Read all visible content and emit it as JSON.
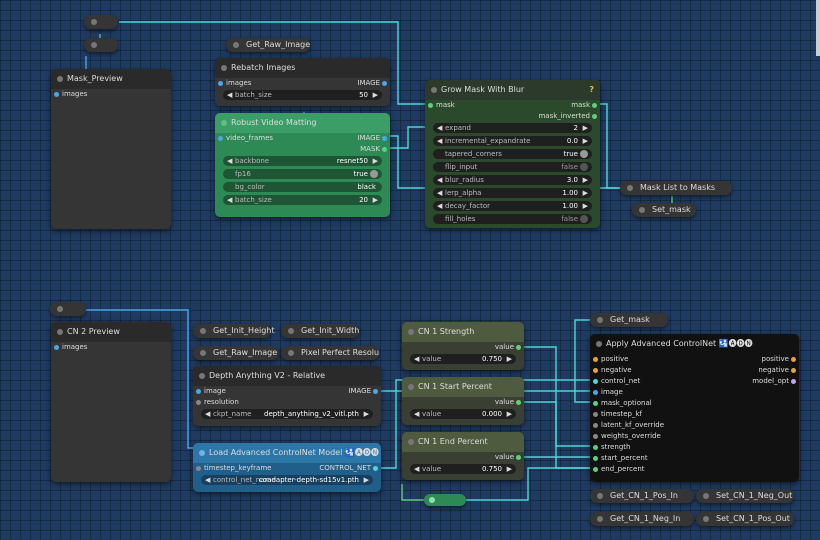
{
  "colors": {
    "canvas": "#1f3b61",
    "wire_cyan": "#4fd6d6",
    "wire_blue": "#4aa8e8",
    "wire_green": "#5fd07a"
  },
  "nodes": {
    "mask_preview": {
      "title": "Mask_Preview",
      "input": "images"
    },
    "get_raw_image_top": {
      "title": "Get_Raw_Image"
    },
    "rebatch": {
      "title": "Rebatch Images",
      "input": "images",
      "output": "IMAGE",
      "w_name": "batch_size",
      "w_value": "50"
    },
    "rvm": {
      "title": "Robust Video Matting",
      "input": "video_frames",
      "out1": "IMAGE",
      "out2": "MASK",
      "widgets": [
        {
          "name": "backbone",
          "value": "resnet50"
        },
        {
          "name": "fp16",
          "value": "true"
        },
        {
          "name": "bg_color",
          "value": "black"
        },
        {
          "name": "batch_size",
          "value": "20"
        }
      ]
    },
    "grow_mask": {
      "title": "Grow Mask With Blur",
      "help": "?",
      "input": "mask",
      "out1": "mask",
      "out2": "mask_inverted",
      "widgets": [
        {
          "name": "expand",
          "value": "2"
        },
        {
          "name": "incremental_expandrate",
          "value": "0.0"
        },
        {
          "name": "tapered_corners",
          "value": "true"
        },
        {
          "name": "flip_input",
          "value": "false"
        },
        {
          "name": "blur_radius",
          "value": "3.0"
        },
        {
          "name": "lerp_alpha",
          "value": "1.00"
        },
        {
          "name": "decay_factor",
          "value": "1.00"
        },
        {
          "name": "fill_holes",
          "value": "false"
        }
      ]
    },
    "mask_list": {
      "title": "Mask List to Masks"
    },
    "set_mask": {
      "title": "Set_mask"
    },
    "cn2_preview": {
      "title": "CN 2 Preview",
      "input": "images"
    },
    "get_init_height": {
      "title": "Get_Init_Height"
    },
    "get_init_width": {
      "title": "Get_Init_Width"
    },
    "get_raw_image_bottom": {
      "title": "Get_Raw_Image"
    },
    "pixel_perfect": {
      "title": "Pixel Perfect Resolu"
    },
    "depth": {
      "title": "Depth Anything V2 - Relative",
      "in1": "image",
      "in2": "resolution",
      "output": "IMAGE",
      "w_name": "ckpt_name",
      "w_value": "depth_anything_v2_vitl.pth"
    },
    "load_cn": {
      "title": "Load Advanced ControlNet Model 🛂🅐🅓🅝",
      "input": "timestep_keyframe",
      "output": "CONTROL_NET",
      "w_name": "control_net_name",
      "w_value": "coadapter-depth-sd15v1.pth"
    },
    "cn1_strength": {
      "title": "CN 1 Strength",
      "out": "value",
      "w_name": "value",
      "w_value": "0.750"
    },
    "cn1_start": {
      "title": "CN 1 Start Percent",
      "out": "value",
      "w_name": "value",
      "w_value": "0.000"
    },
    "cn1_end": {
      "title": "CN 1 End Percent",
      "out": "value",
      "w_name": "value",
      "w_value": "0.750"
    },
    "get_mask": {
      "title": "Get_mask"
    },
    "apply_cn": {
      "title": "Apply Advanced ControlNet 🛂🅐🅓🅝",
      "inputs": [
        "positive",
        "negative",
        "control_net",
        "image",
        "mask_optional",
        "timestep_kf",
        "latent_kf_override",
        "weights_override",
        "strength",
        "start_percent",
        "end_percent"
      ],
      "outputs": [
        "positive",
        "negative",
        "model_opt"
      ]
    },
    "get_cn1_pos_in": {
      "title": "Get_CN_1_Pos_In"
    },
    "set_cn1_neg_out": {
      "title": "Set_CN_1_Neg_Out"
    },
    "get_cn1_neg_in": {
      "title": "Get_CN_1_Neg_In"
    },
    "set_cn1_pos_out": {
      "title": "Set_CN_1_Pos_Out"
    }
  }
}
